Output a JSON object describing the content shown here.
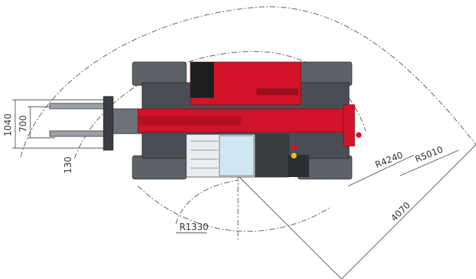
{
  "colors": {
    "body_red": "#d2132a",
    "body_red_dark": "#9c0f1e",
    "chassis_grey": "#5d6268",
    "chassis_dark": "#2b2e33",
    "cab_glass": "#cfe6f4",
    "line": "#555555"
  },
  "dimensions": {
    "fork_spread_outer": "1040",
    "fork_spread_inner": "700",
    "fork_width": "130",
    "inner_turn_radius": "R1330",
    "turn_radius_small": "R4240",
    "turn_radius_large": "R5010",
    "aisle_width": "4070"
  }
}
